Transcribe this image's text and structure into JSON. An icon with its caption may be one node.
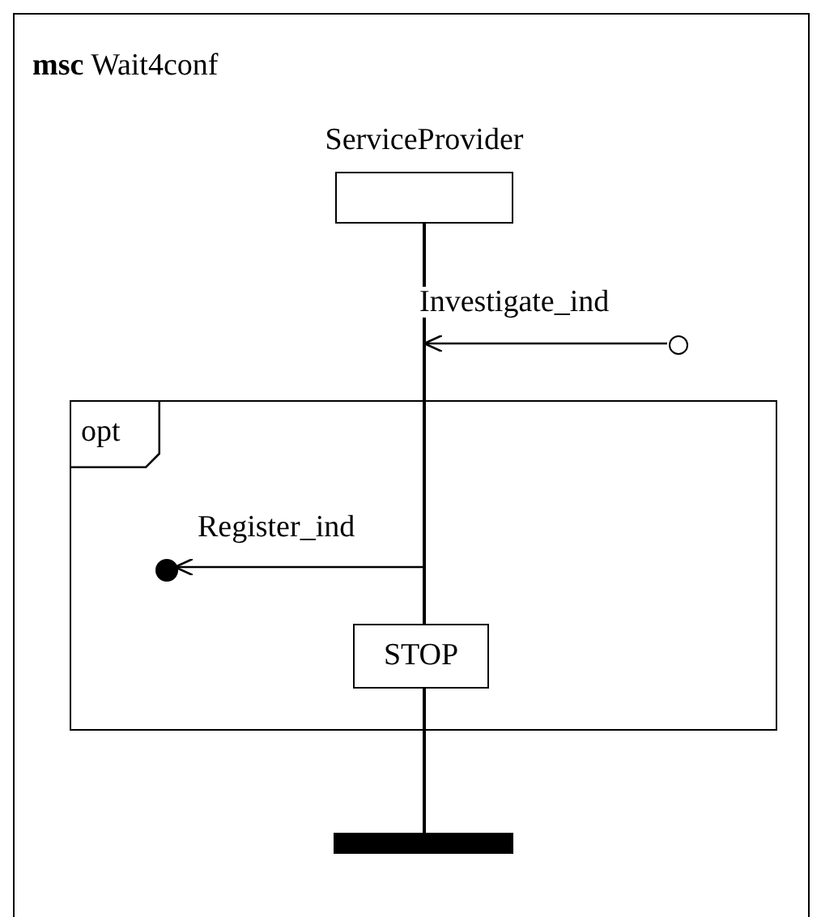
{
  "diagram": {
    "nodes": [
      {
        "text": [
          "**msc** Wait4conf"
        ]
      },
      {
        "text": [
          "ServiceProvider"
        ],
        "in": 0
      },
      {
        "text": [],
        "shape": "circle",
        "in": 0
      },
      {
        "text": [
          "opt"
        ],
        "in": 0
      },
      {
        "text": [],
        "shape": "circle",
        "in": 3
      },
      {
        "text": [
          "STOP"
        ]
      },
      {
        "text": [],
        "shape": "bar",
        "in": 0
      }
    ],
    "edges": [
      {
        "from": 2,
        "to": 1,
        "arrow": "to",
        "label": "Investigate_ind"
      },
      {
        "from": 1,
        "to": 4,
        "arrow": "to",
        "label": "Register_ind"
      }
    ]
  }
}
